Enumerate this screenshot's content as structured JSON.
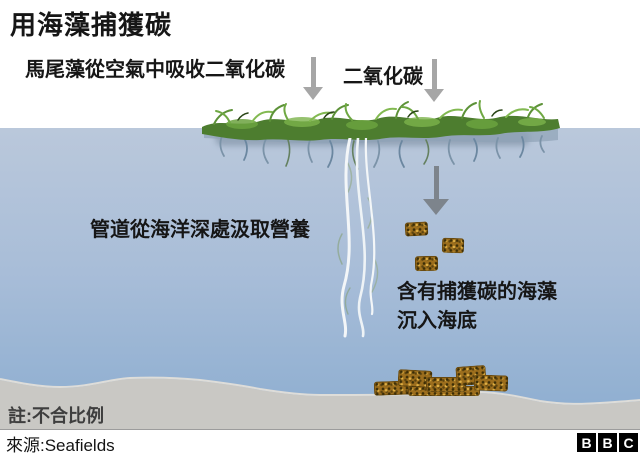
{
  "header": {
    "title": "用海藻捕獲碳",
    "subtitle": "馬尾藻從空氣中吸收二氧化碳"
  },
  "labels": {
    "co2": "二氧化碳",
    "pipes": "管道從海洋深處汲取營養",
    "sinking_line1": "含有捕獲碳的海藻",
    "sinking_line2": "沉入海底"
  },
  "footer": {
    "note": "註:不合比例",
    "source": "來源:Seafields",
    "logo_letters": [
      "B",
      "B",
      "C"
    ]
  },
  "colors": {
    "text": "#161616",
    "note_text": "#3e3e3e",
    "water_top": "#bac8db",
    "water_bottom": "#8cadd0",
    "seabed": "#c9c8c4",
    "seaweed": "#4d7d2f",
    "pipe": "#f3f6f8",
    "clump": "#9c6e1d",
    "co2_arrow": "#a6a6a6",
    "sink_arrow": "#7d848c",
    "logo_bg": "#000000",
    "logo_text": "#ffffff"
  }
}
